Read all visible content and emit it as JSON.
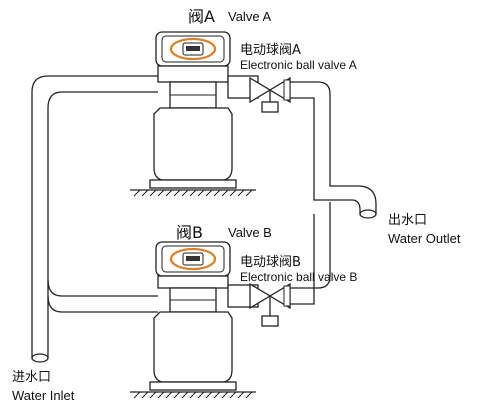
{
  "valve_a": {
    "name_cn": "阀A",
    "name_en": "Valve A",
    "ball_valve_cn": "电动球阀A",
    "ball_valve_en": "Electronic ball valve A"
  },
  "valve_b": {
    "name_cn": "阀B",
    "name_en": "Valve B",
    "ball_valve_cn": "电动球阀B",
    "ball_valve_en": "Electronic ball valve B"
  },
  "outlet": {
    "label_cn": "出水口",
    "label_en": "Water Outlet"
  },
  "inlet": {
    "label_cn": "进水口",
    "label_en": "Water Inlet"
  },
  "colors": {
    "accent": "#d9822b",
    "line": "#222222",
    "valve_box": "#f2f2f2"
  }
}
